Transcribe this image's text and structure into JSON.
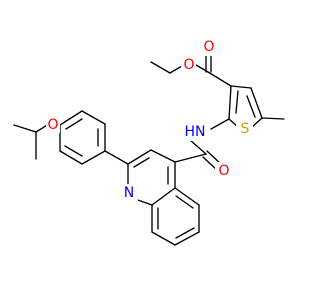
{
  "molecule": {
    "atom_labels": {
      "ether_oxygen": "O",
      "ester_carbonyl_oxygen": "O",
      "ester_alkoxy_oxygen": "O",
      "amide_oxygen": "O",
      "amide_nh": "HN",
      "thiophene_sulfur": "S",
      "quinoline_nitrogen": "N"
    },
    "colors": {
      "bond": "#000000",
      "oxygen": "#ff0000",
      "nitrogen": "#0000ff",
      "sulfur": "#b8a800"
    }
  }
}
